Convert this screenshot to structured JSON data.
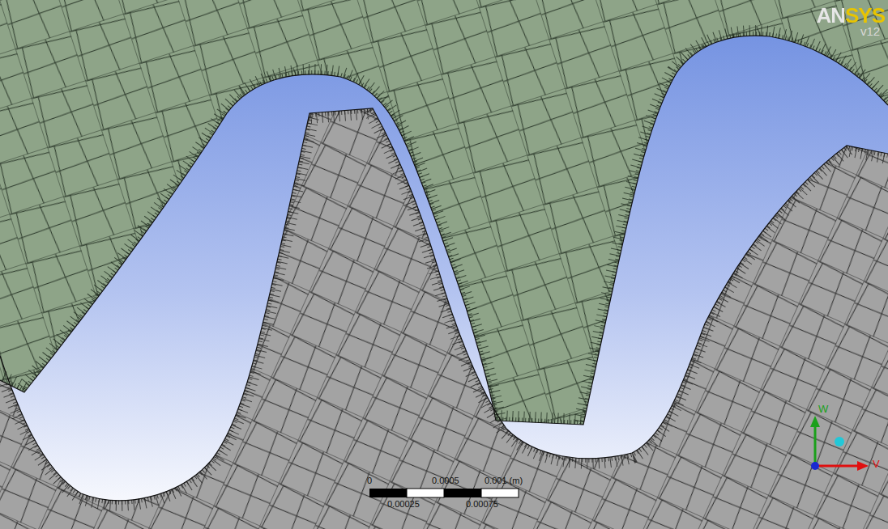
{
  "diagram": {
    "labels": [
      "ANSYS",
      "v12",
      "0",
      "0.0005",
      "0.001 (m)",
      "0.00025",
      "0.00075",
      "W",
      "V"
    ]
  }
}
